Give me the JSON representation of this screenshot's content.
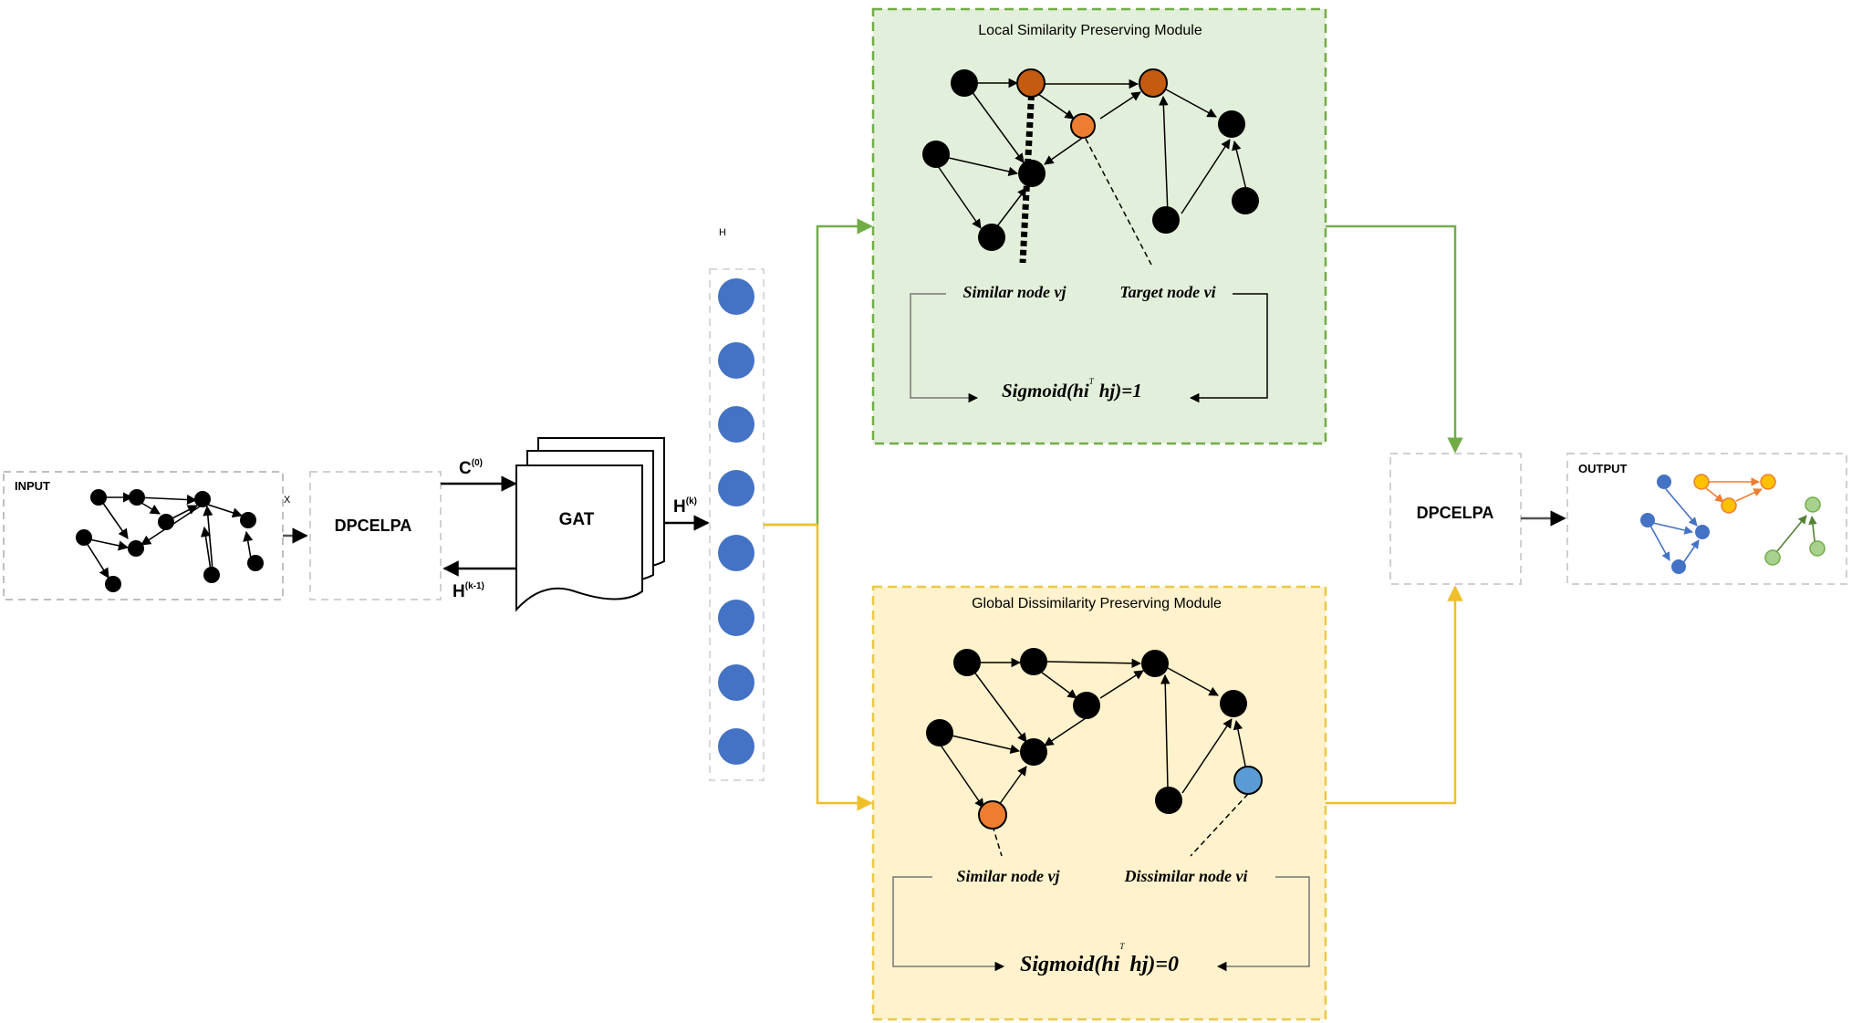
{
  "input": {
    "label": "INPUT",
    "x_label": "X"
  },
  "dpcelpa_left": {
    "label": "DPCELPA"
  },
  "gat": {
    "label": "GAT",
    "c0_base": "C",
    "c0_sup": "(0)",
    "hk1_base": "H",
    "hk1_sup": "(k-1)"
  },
  "embedding": {
    "h_label": "H",
    "hk_base": "H",
    "hk_sup": "(k)"
  },
  "local_module": {
    "title": "Local Similarity Preserving Module",
    "similar_label": "Similar node vj",
    "target_label": "Target node vi",
    "formula_main": "Sigmoid(hi",
    "formula_sup": "T",
    "formula_tail": "hj)=1"
  },
  "global_module": {
    "title": "Global Dissimilarity Preserving Module",
    "similar_label": "Similar node vj",
    "dissimilar_label": "Dissimilar node vi",
    "formula_main": "Sigmoid(hi",
    "formula_sup": "T",
    "formula_tail": "hj)=0"
  },
  "dpcelpa_right": {
    "label": "DPCELPA"
  },
  "output": {
    "label": "OUTPUT"
  },
  "colors": {
    "node_black": "#000000",
    "node_blue": "#4472c4",
    "node_orange_dark": "#c55a11",
    "node_orange": "#ed7d31",
    "node_light_blue": "#5b9bd5",
    "node_yellow": "#ffc000",
    "node_green": "#a9d18e",
    "local_bg": "#e2efda",
    "local_border": "#70ad47",
    "global_bg": "#fff2cc",
    "global_border": "#ecc846",
    "green_line": "#70ad47",
    "yellow_line": "#f0c02a"
  }
}
